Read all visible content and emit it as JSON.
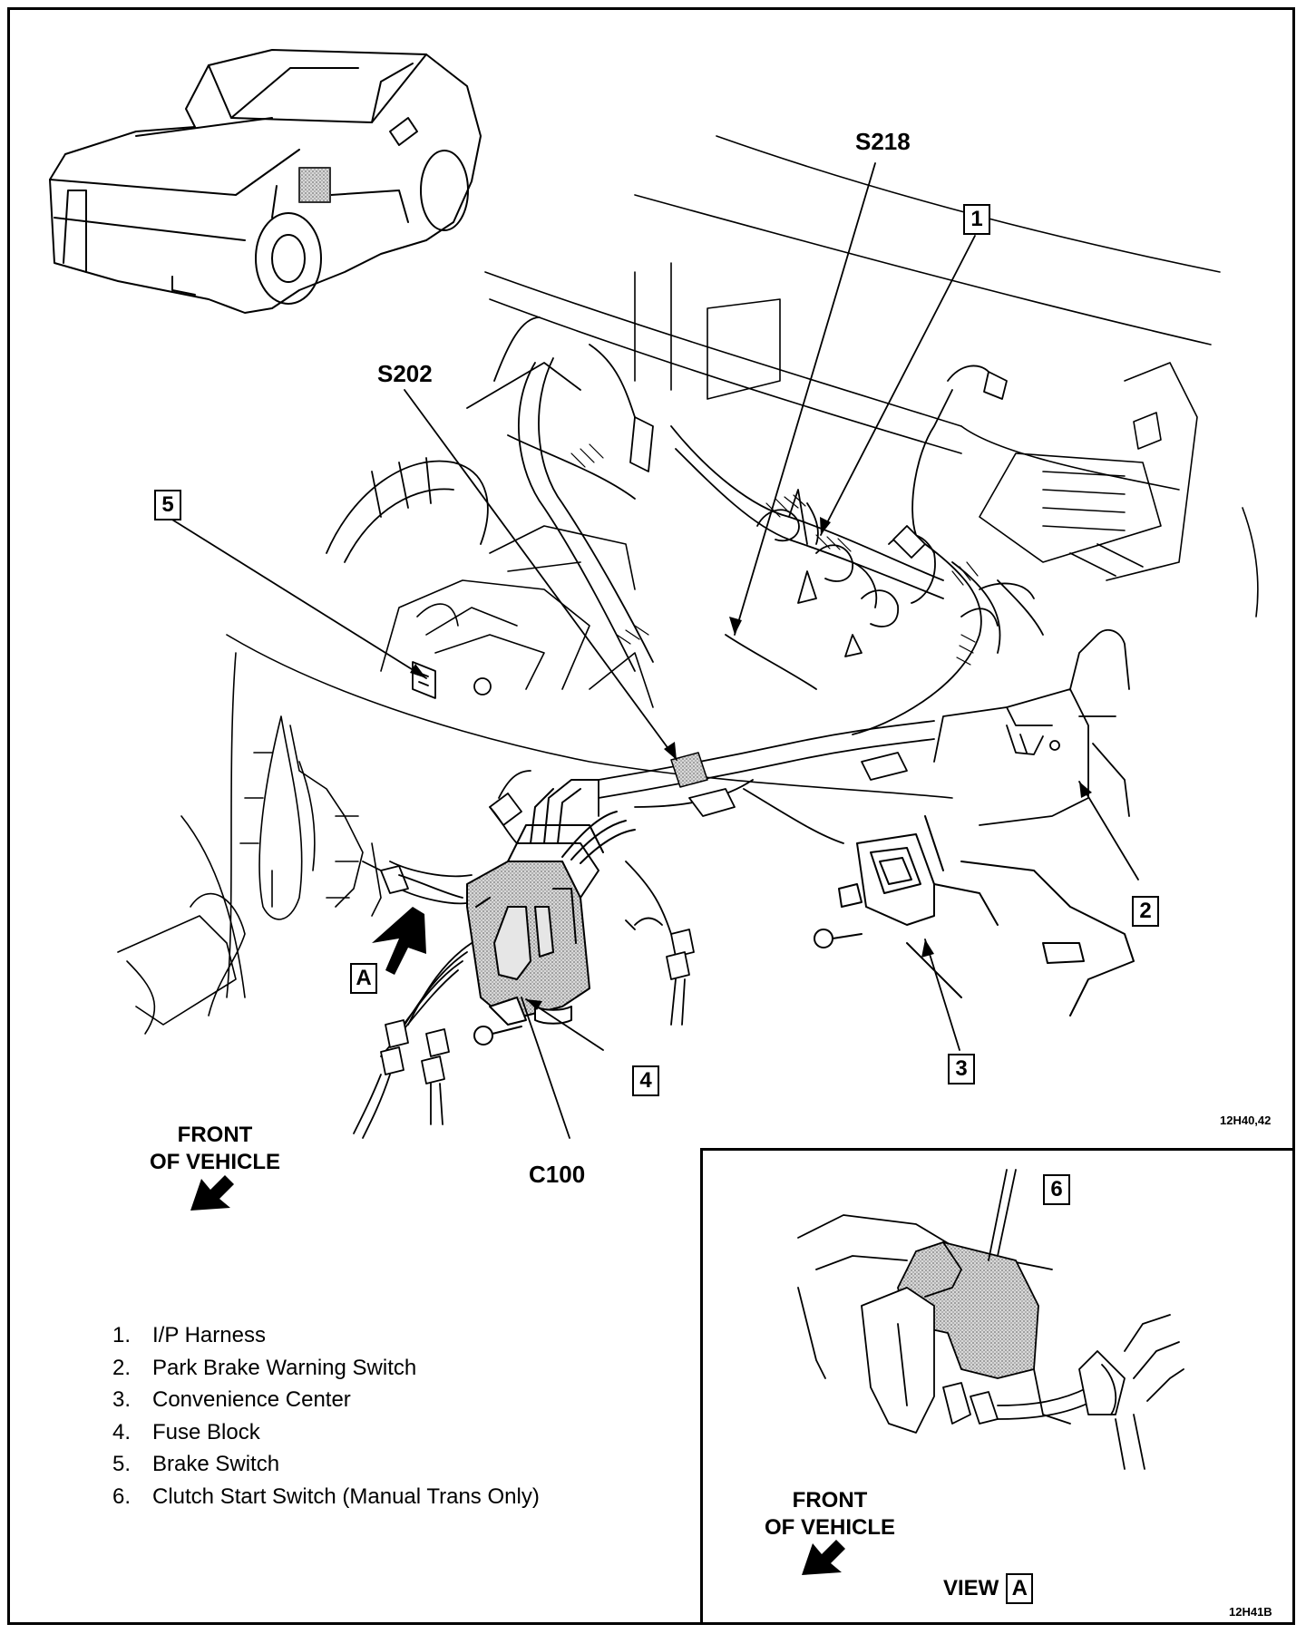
{
  "callouts": {
    "c1": "1",
    "c2": "2",
    "c3": "3",
    "c4": "4",
    "c5": "5",
    "c6": "6",
    "cA": "A"
  },
  "labels": {
    "s218": "S218",
    "s202": "S202",
    "c100": "C100"
  },
  "front_of_vehicle": {
    "line1": "FRONT",
    "line2": "OF VEHICLE"
  },
  "figure_codes": {
    "main": "12H40,42",
    "inset": "12H41B"
  },
  "inset_view": {
    "label": "VIEW",
    "letter": "A"
  },
  "legend": [
    {
      "num": "1.",
      "text": "I/P Harness"
    },
    {
      "num": "2.",
      "text": "Park Brake Warning Switch"
    },
    {
      "num": "3.",
      "text": "Convenience Center"
    },
    {
      "num": "4.",
      "text": "Fuse Block"
    },
    {
      "num": "5.",
      "text": "Brake Switch"
    },
    {
      "num": "6.",
      "text": "Clutch Start Switch (Manual Trans Only)"
    }
  ]
}
